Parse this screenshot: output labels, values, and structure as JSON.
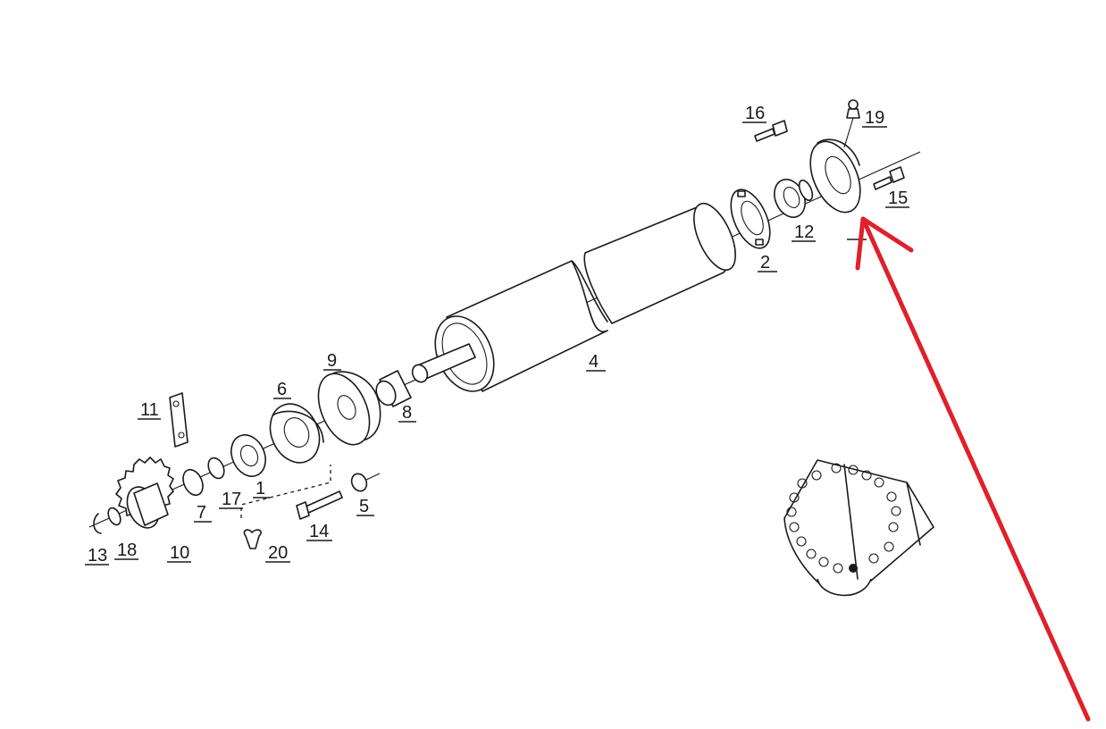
{
  "labels": {
    "l1": "1",
    "l2": "2",
    "l4": "4",
    "l5": "5",
    "l6": "6",
    "l7": "7",
    "l8": "8",
    "l9": "9",
    "l10": "10",
    "l11": "11",
    "l12": "12",
    "l13": "13",
    "l14": "14",
    "l15": "15",
    "l16": "16",
    "l17": "17",
    "l18": "18",
    "l19": "19",
    "l20": "20"
  },
  "colors": {
    "arrow": "#e0202a",
    "ink": "#1a1a1a"
  },
  "icons": {
    "pointer": "red-arrow-icon",
    "grease": "grease-nipple-icon"
  }
}
